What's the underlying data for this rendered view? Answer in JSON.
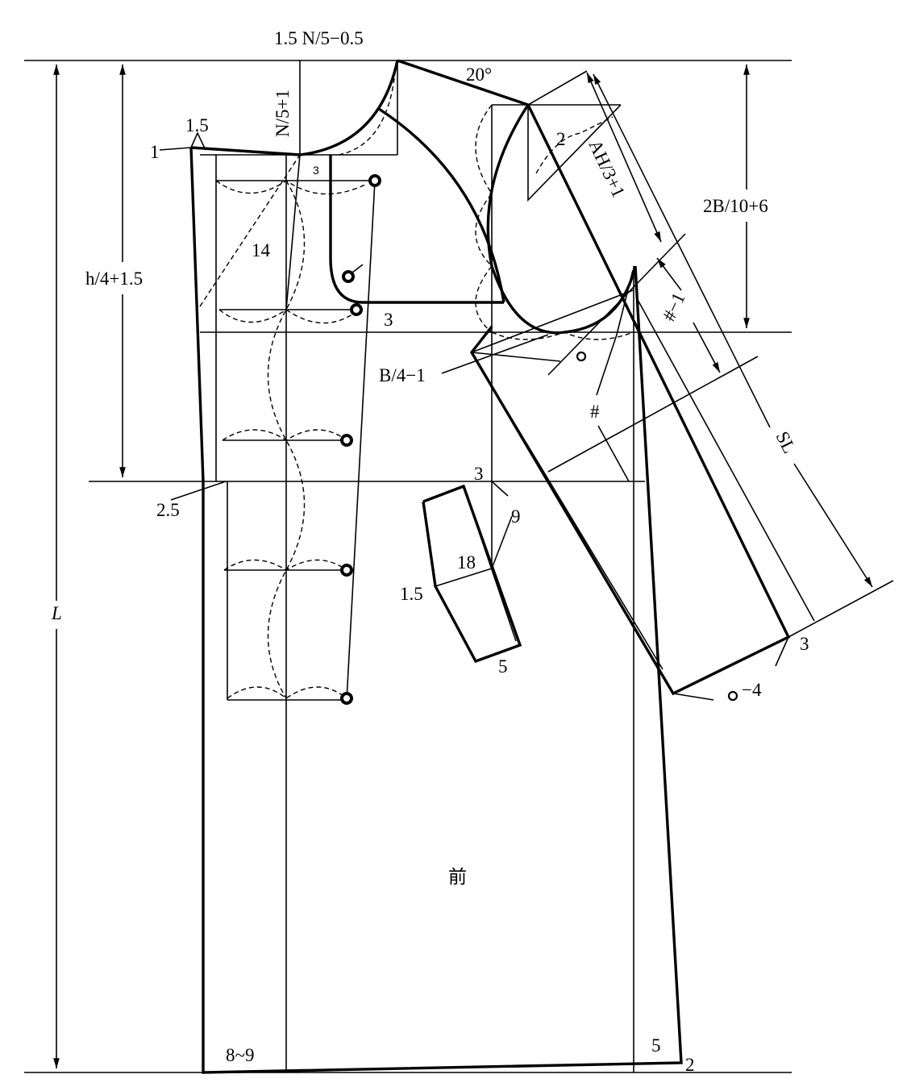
{
  "title_piece": "前",
  "labels": {
    "neck_top": "1.5  N/5−0.5",
    "shoulder_angle": "20°",
    "neck_depth": "N/5+1",
    "raise_1_5": "1.5",
    "extend_1": "1",
    "small_3": "3",
    "sleeve_cap_2": "2",
    "ah": "AH/3+1",
    "armhole_depth": "2B/10+6",
    "dim_14": "14",
    "waist_length": "h/4+1.5",
    "facing_3": "3",
    "bust": "B/4−1",
    "hash_minus_1": "#−1",
    "hash": "#",
    "sleeve_length": "SL",
    "cf_2_5": "2.5",
    "pocket_3": "3",
    "pocket_9": "9",
    "pocket_18": "18",
    "pocket_1_5": "1.5",
    "pocket_5": "5",
    "cuff_3": "3",
    "cuff_minus_4": "−4",
    "length": "L",
    "hem_8_9": "8~9",
    "side_5": "5",
    "side_2": "2"
  }
}
